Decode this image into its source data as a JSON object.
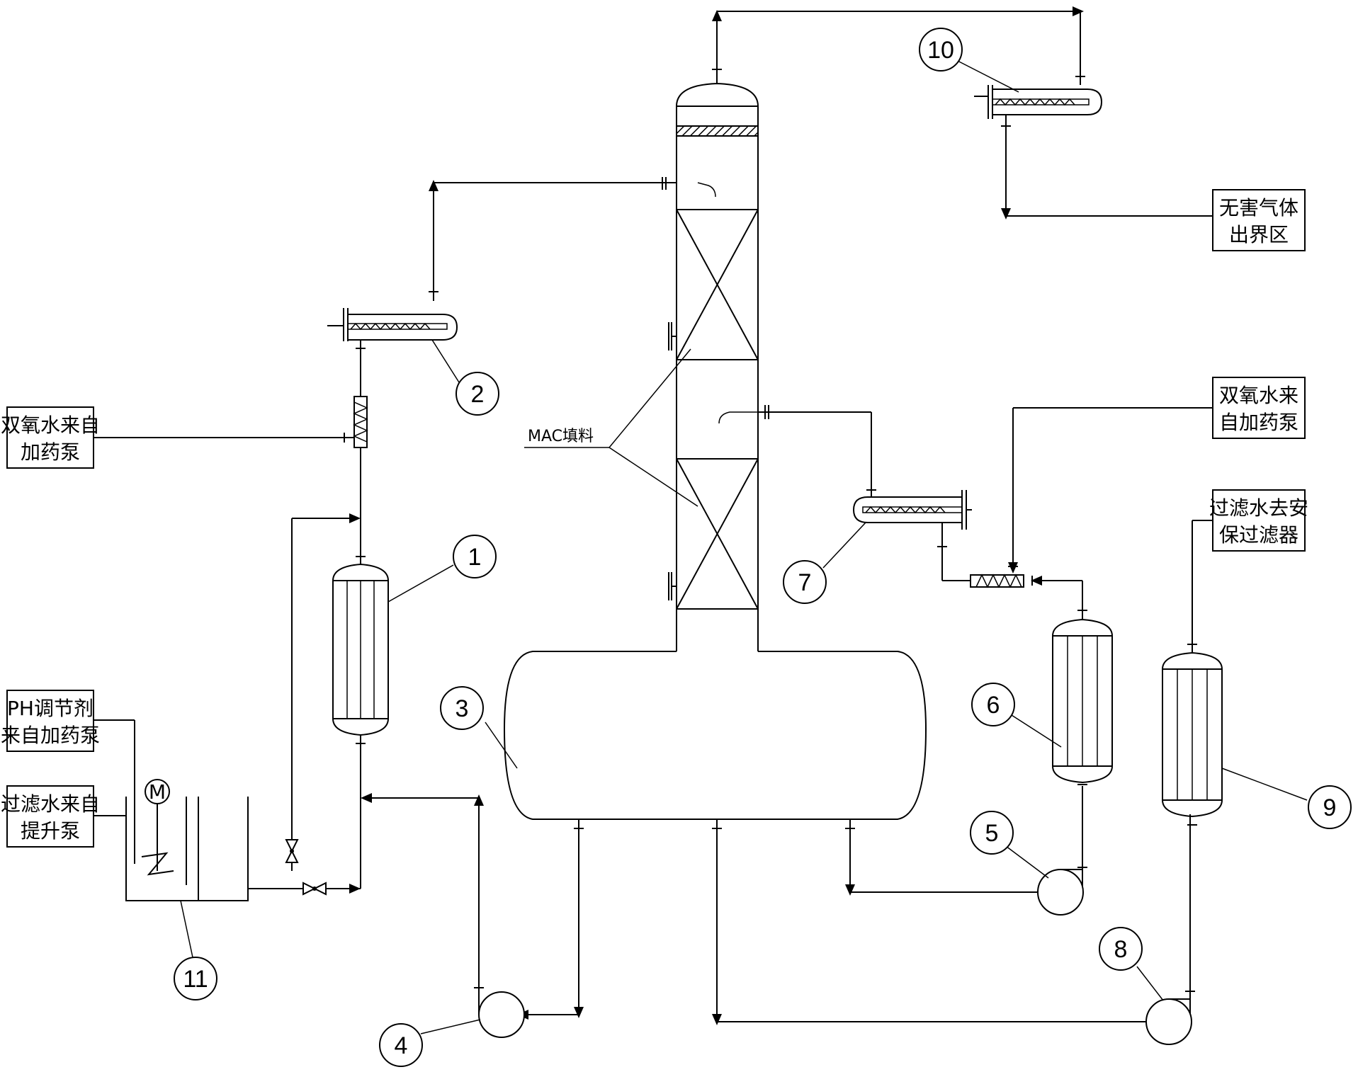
{
  "labels": {
    "h2o2_left_1": "双氧水来自",
    "h2o2_left_2": "加药泵",
    "ph_1": "PH调节剂",
    "ph_2": "来自加药泵",
    "filtered_in_1": "过滤水来自",
    "filtered_in_2": "提升泵",
    "gas_out_1": "无害气体",
    "gas_out_2": "出界区",
    "h2o2_right_1": "双氧水来",
    "h2o2_right_2": "自加药泵",
    "filtered_out_1": "过滤水去安",
    "filtered_out_2": "保过滤器",
    "mac_packing": "MAC填料",
    "motor": "M"
  },
  "callouts": [
    "1",
    "2",
    "3",
    "4",
    "5",
    "6",
    "7",
    "8",
    "9",
    "10",
    "11"
  ]
}
